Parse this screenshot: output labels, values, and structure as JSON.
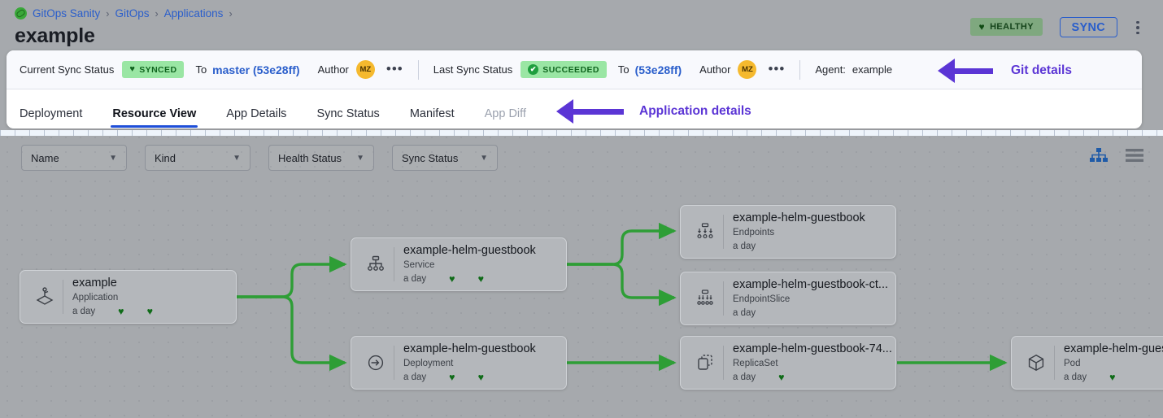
{
  "breadcrumb": {
    "logo_icon": "gitops-logo-icon",
    "items": [
      "GitOps Sanity",
      "GitOps",
      "Applications"
    ],
    "separator": "›",
    "trailing_separator": "›"
  },
  "header": {
    "title": "example",
    "health_badge": {
      "label": "HEALTHY",
      "icon": "heart-icon",
      "glyph": "♥"
    },
    "sync_button": "SYNC",
    "kebab_icon": "kebab-menu-icon"
  },
  "sync_bar": {
    "current": {
      "label": "Current Sync Status",
      "status": "SYNCED",
      "status_icon": "heart-icon",
      "status_glyph": "♥",
      "to_word": "To",
      "revision": "master (53e28ff)",
      "author_word": "Author",
      "author_initials": "MZ",
      "more_icon": "ellipsis-icon",
      "more_glyph": "•••"
    },
    "last": {
      "label": "Last Sync Status",
      "status": "SUCCEEDED",
      "status_icon": "check-circle-icon",
      "status_glyph": "✔",
      "to_word": "To",
      "revision": "(53e28ff)",
      "author_word": "Author",
      "author_initials": "MZ",
      "more_icon": "ellipsis-icon",
      "more_glyph": "•••"
    },
    "agent": {
      "label": "Agent:",
      "value": "example"
    }
  },
  "annotations": {
    "git_details": "Git details",
    "application_details": "Application details",
    "color": "#5b35d5"
  },
  "tabs": [
    {
      "label": "Deployment",
      "state": "normal"
    },
    {
      "label": "Resource View",
      "state": "active"
    },
    {
      "label": "App Details",
      "state": "normal"
    },
    {
      "label": "Sync Status",
      "state": "normal"
    },
    {
      "label": "Manifest",
      "state": "normal"
    },
    {
      "label": "App Diff",
      "state": "disabled"
    }
  ],
  "filters": [
    {
      "label": "Name",
      "icon": "chevron-down-icon"
    },
    {
      "label": "Kind",
      "icon": "chevron-down-icon"
    },
    {
      "label": "Health Status",
      "icon": "chevron-down-icon"
    },
    {
      "label": "Sync Status",
      "icon": "chevron-down-icon"
    }
  ],
  "view_toggle": [
    {
      "name": "tree-view-icon",
      "active": true
    },
    {
      "name": "list-view-icon",
      "active": false
    }
  ],
  "graph": {
    "edge_color": "#2e9e36",
    "nodes": [
      {
        "id": "app",
        "name": "example",
        "kind": "Application",
        "age": "a day",
        "hearts": 2,
        "icon": "application-icon",
        "spaced_hearts": true
      },
      {
        "id": "service",
        "name": "example-helm-guestbook",
        "kind": "Service",
        "age": "a day",
        "hearts": 2,
        "icon": "service-icon",
        "spaced_hearts": true
      },
      {
        "id": "endpoints",
        "name": "example-helm-guestbook",
        "kind": "Endpoints",
        "age": "a day",
        "hearts": 0,
        "icon": "endpoints-icon",
        "spaced_hearts": false
      },
      {
        "id": "endpointslice",
        "name": "example-helm-guestbook-ct...",
        "kind": "EndpointSlice",
        "age": "a day",
        "hearts": 0,
        "icon": "endpointslice-icon",
        "spaced_hearts": false
      },
      {
        "id": "deployment",
        "name": "example-helm-guestbook",
        "kind": "Deployment",
        "age": "a day",
        "hearts": 2,
        "icon": "deployment-icon",
        "spaced_hearts": true
      },
      {
        "id": "replicaset",
        "name": "example-helm-guestbook-74...",
        "kind": "ReplicaSet",
        "age": "a day",
        "hearts": 1,
        "icon": "replicaset-icon",
        "spaced_hearts": false
      },
      {
        "id": "pod",
        "name": "example-helm-guest",
        "kind": "Pod",
        "age": "a day",
        "hearts": 1,
        "icon": "pod-icon",
        "spaced_hearts": false
      }
    ]
  }
}
